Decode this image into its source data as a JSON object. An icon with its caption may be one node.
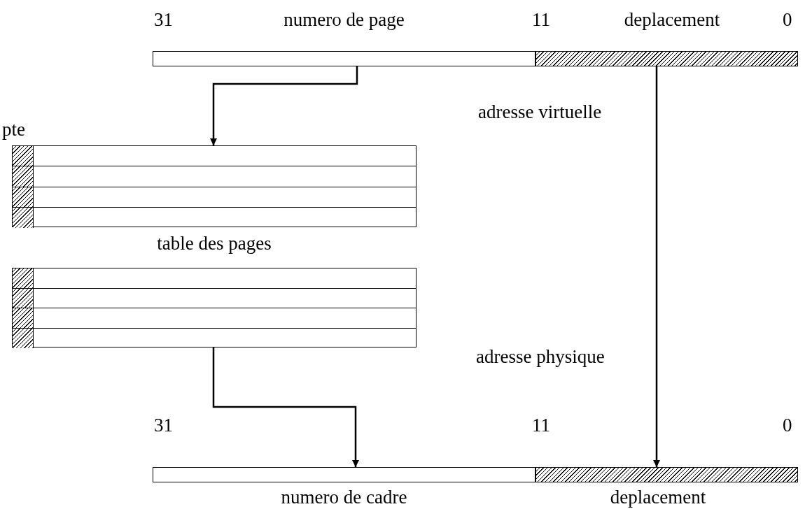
{
  "diagram": {
    "nodes": [
      {
        "text": [
          "numero de page"
        ]
      },
      {
        "text": [
          "deplacement"
        ]
      },
      {
        "text": [
          "table des pages"
        ]
      },
      {
        "text": [],
        "shape": "box"
      },
      {
        "text": [
          "numero de cadre"
        ]
      },
      {
        "text": [
          "deplacement"
        ]
      }
    ],
    "edges": [
      {
        "from": 0,
        "to": 2,
        "arrow": "to"
      },
      {
        "from": 1,
        "to": 5,
        "arrow": "to"
      },
      {
        "from": 3,
        "to": 4,
        "arrow": "to"
      }
    ],
    "labels": [
      "31",
      "11",
      "0",
      "adresse virtuelle",
      "pte",
      "adresse physique",
      "31",
      "11",
      "0"
    ]
  }
}
